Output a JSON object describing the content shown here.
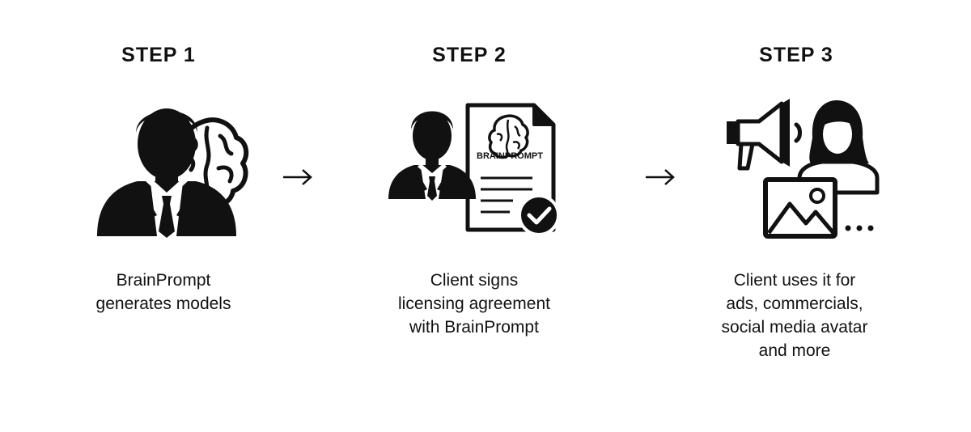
{
  "steps": [
    {
      "title": "STEP 1",
      "caption_lines": [
        "BrainPrompt",
        "generates models"
      ],
      "icons": [
        "businessman-icon",
        "brain-icon"
      ]
    },
    {
      "title": "STEP 2",
      "caption_lines": [
        "Client signs",
        "licensing agreement",
        "with BrainPrompt"
      ],
      "document_label": "BRAINPROMPT",
      "icons": [
        "businessman-icon",
        "document-icon",
        "brain-icon",
        "checkmark-icon"
      ]
    },
    {
      "title": "STEP 3",
      "caption_lines": [
        "Client uses it for",
        "ads, commercials,",
        "social media avatar",
        "and more"
      ],
      "icons": [
        "megaphone-icon",
        "woman-avatar-icon",
        "image-icon",
        "ellipsis-icon"
      ]
    }
  ],
  "arrows": [
    "arrow-right-icon",
    "arrow-right-icon"
  ],
  "colors": {
    "ink": "#111111",
    "background": "#ffffff"
  }
}
